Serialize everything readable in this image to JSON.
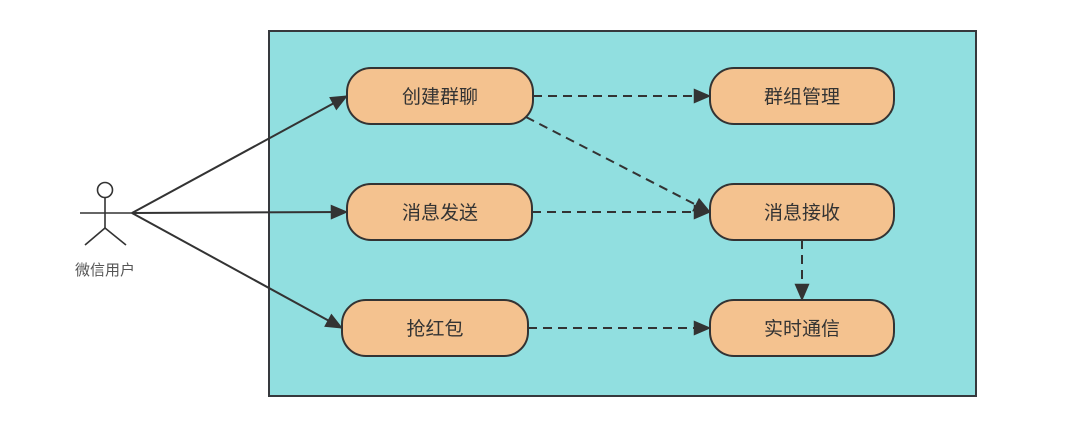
{
  "diagram": {
    "type": "use-case",
    "colors": {
      "system_fill": "#91dfe0",
      "system_stroke": "#36393d",
      "usecase_fill": "#f4c28f",
      "usecase_stroke": "#333333",
      "line": "#333333",
      "text": "#333333"
    },
    "actor": {
      "id": "user",
      "label": "微信用户"
    },
    "use_cases": [
      {
        "id": "create_group",
        "label": "创建群聊"
      },
      {
        "id": "group_manage",
        "label": "群组管理"
      },
      {
        "id": "send_msg",
        "label": "消息发送"
      },
      {
        "id": "recv_msg",
        "label": "消息接收"
      },
      {
        "id": "red_packet",
        "label": "抢红包"
      },
      {
        "id": "realtime",
        "label": "实时通信"
      }
    ],
    "edges": [
      {
        "from": "user",
        "to": "create_group",
        "style": "solid"
      },
      {
        "from": "user",
        "to": "send_msg",
        "style": "solid"
      },
      {
        "from": "user",
        "to": "red_packet",
        "style": "solid"
      },
      {
        "from": "create_group",
        "to": "group_manage",
        "style": "dashed"
      },
      {
        "from": "create_group",
        "to": "recv_msg",
        "style": "dashed"
      },
      {
        "from": "send_msg",
        "to": "recv_msg",
        "style": "dashed"
      },
      {
        "from": "recv_msg",
        "to": "realtime",
        "style": "dashed"
      },
      {
        "from": "red_packet",
        "to": "realtime",
        "style": "dashed"
      }
    ]
  }
}
